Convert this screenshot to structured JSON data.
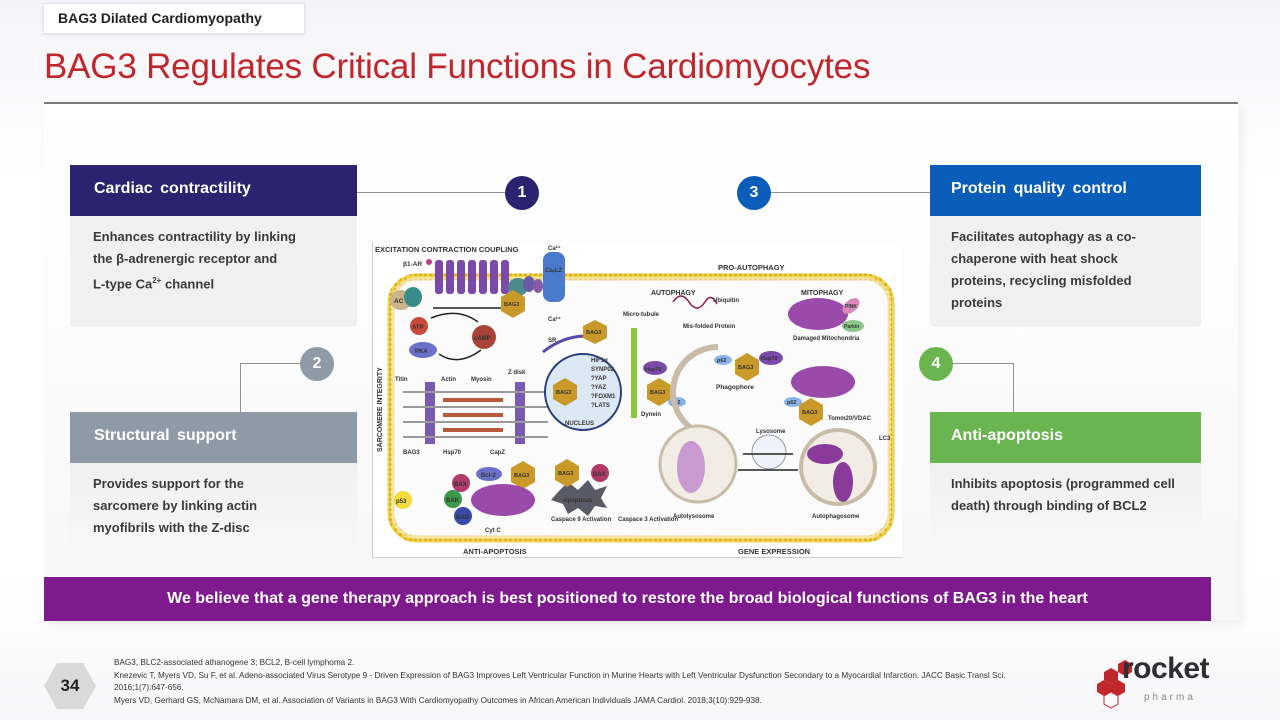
{
  "header": {
    "section_tag": "BAG3 Dilated Cardiomyopathy",
    "title": "BAG3 Regulates Critical Functions in Cardiomyocytes"
  },
  "colors": {
    "title_red": "#c0272d",
    "contractility": "#2b2370",
    "structural": "#8e9aa5",
    "protein_qc": "#0a5db8",
    "anti_apoptosis": "#6ab54f",
    "banner": "#7e1a8e"
  },
  "cards": [
    {
      "number": "1",
      "title": "Cardiac  contractility",
      "body_line1": "Enhances contractility by linking",
      "body_line2": "the β-adrenergic receptor and",
      "body_line3_pre": "L-type Ca",
      "body_line3_sup": "2+",
      "body_line3_post": " channel"
    },
    {
      "number": "2",
      "title": "Structural  support",
      "body": "Provides support for the sarcomere by linking actin myofibrils with the Z-disc"
    },
    {
      "number": "3",
      "title": "Protein quality  control",
      "body": "Facilitates autophagy as a co-chaperone with heat shock proteins, recycling misfolded proteins"
    },
    {
      "number": "4",
      "title": "Anti-apoptosis",
      "body": "Inhibits apoptosis (programmed cell death) through binding of BCL2"
    }
  ],
  "diagram": {
    "labels": {
      "ecc": "EXCITATION CONTRACTION COUPLING",
      "pro_autophagy": "PRO-AUTOPHAGY",
      "autophagy": "AUTOPHAGY",
      "mitophagy": "MITOPHAGY",
      "sarcomere": "SARCOMERE INTEGRITY",
      "anti_apoptosis": "ANTI-APOPTOSIS",
      "gene_expression": "GENE EXPRESSION",
      "b1ar": "β1-AR",
      "ca": "Ca²⁺",
      "cav": "CaᵥL2",
      "ac": "AC",
      "atp": "ATP",
      "camp": "cAMP",
      "pka": "PKA",
      "titin": "Titin",
      "actin": "Actin",
      "myosin": "Myosin",
      "zdisk": "Z disk",
      "hsp70": "Hsp70",
      "capz": "CapZ",
      "sr": "SR",
      "nucleus": "NUCLEUS",
      "genes": [
        "HIF1α",
        "SYNP02",
        "?YAP",
        "?YAZ",
        "?FOXM1",
        "?LATS"
      ],
      "microtubule": "Micro-tubule",
      "ubiquitin": "Ubiquitin",
      "misfolded": "Mis-folded Protein",
      "dynein": "Dynein",
      "p62": "p62",
      "hspb8": "HspB8",
      "phagophore": "Phagophore",
      "damaged_mito": "Damaged Mitochondria",
      "pink": "PINK",
      "parkin": "Parkin",
      "tomm": "Tomm20/VDAC",
      "lc3": "LC3",
      "lysosome": "Lysosome",
      "autolysosome": "Autolysosome",
      "autophagosome": "Autophagosome",
      "bag3": "BAG3",
      "bax": "BAX",
      "bcl2": "Bcl-2",
      "bak": "BAK",
      "bad": "BAD",
      "p53": "p53",
      "cytc": "Cyt C",
      "apoptosis": "Apoptosis",
      "casp9": "Caspace 9 Activation",
      "casp3": "Caspace 3 Activation"
    }
  },
  "banner": "We believe that a gene therapy approach is best positioned to restore the broad biological functions of BAG3 in the heart",
  "footer": {
    "page_number": "34",
    "footnotes": [
      "BAG3, BLC2-associated athanogene 3; BCL2, B-cell lymphoma 2.",
      "Knezevic T, Myers VD, Su F, et al. Adeno-associated Virus Serotype 9 - Driven Expression of BAG3 Improves Left Ventricular Function in Murine Hearts with Left Ventricular Dysfunction Secondary to a Myocardial Infarction. JACC Basic Transl Sci. 2016;1(7):647-656.",
      "Myers VD, Gerhard GS, McNamara DM, et al. Association of Variants in BAG3 With Cardiomyopathy Outcomes in African American Individuals JAMA Cardiol. 2018;3(10):929-938."
    ],
    "logo_text": "rocket",
    "logo_sub": "pharma"
  }
}
